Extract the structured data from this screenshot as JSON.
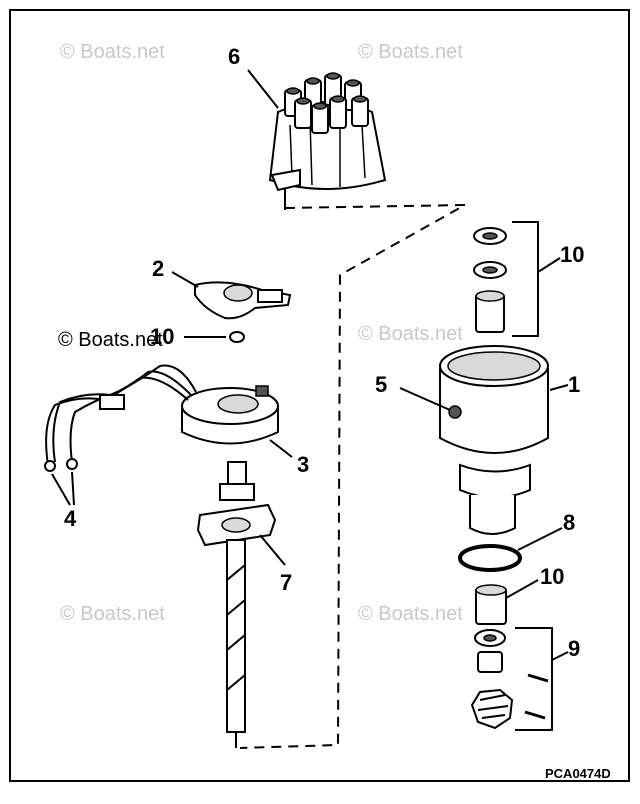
{
  "diagram": {
    "watermarks": [
      "© Boats.net",
      "© Boats.net",
      "© Boats.net",
      "© Boats.net",
      "© Boats.net",
      "© Boats.net"
    ],
    "callouts": {
      "c1": "1",
      "c2": "2",
      "c3": "3",
      "c4": "4",
      "c5": "5",
      "c6": "6",
      "c7": "7",
      "c8": "8",
      "c9": "9",
      "c10a": "10",
      "c10b": "10",
      "c10c": "10"
    },
    "drawing_code": "PCA0474D"
  }
}
